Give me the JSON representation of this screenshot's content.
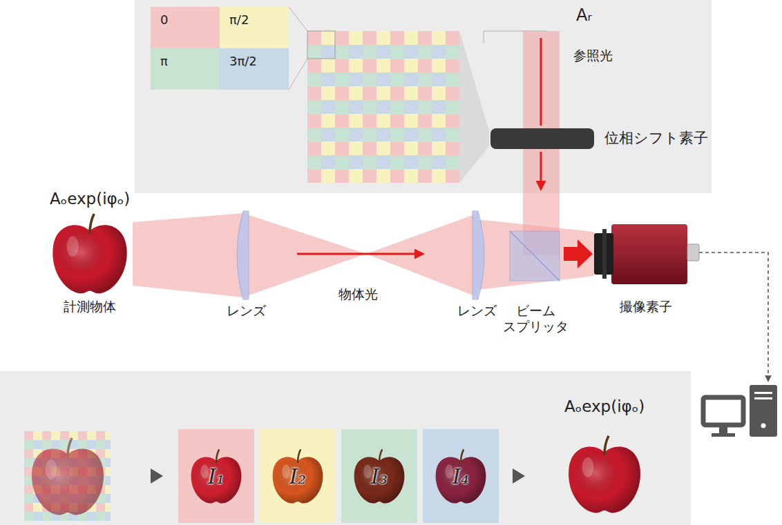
{
  "diagram": {
    "nodes": [
      {
        "text": [
          "0"
        ]
      },
      {
        "text": [
          "π/2"
        ]
      },
      {
        "text": [
          "π"
        ]
      },
      {
        "text": [
          "3π/2"
        ]
      },
      {
        "text": [
          "I₁"
        ]
      },
      {
        "text": [
          "I₂"
        ]
      },
      {
        "text": [
          "I₃"
        ]
      },
      {
        "text": [
          "I₄"
        ]
      }
    ],
    "labels": [
      "Aᵣ",
      "参照光",
      "位相シフト素子",
      "Aₒexp(iφₒ)",
      "計測物体",
      "レンズ",
      "物体光",
      "レンズ",
      "ビーム スプリッタ",
      "撮像素子",
      "Aₒexp(iφₒ)"
    ]
  }
}
